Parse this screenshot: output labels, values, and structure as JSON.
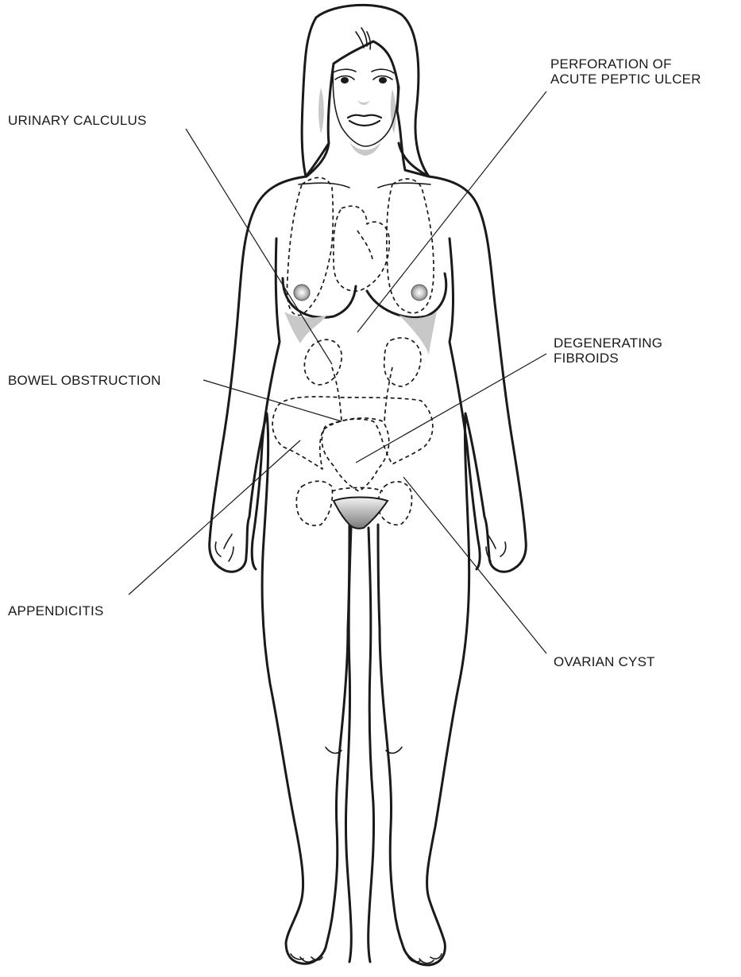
{
  "labels": {
    "peptic_ulcer": [
      "PERFORATION OF",
      "ACUTE PEPTIC ULCER"
    ],
    "urinary_calculus": "URINARY CALCULUS",
    "fibroids": [
      "DEGENERATING",
      "FIBROIDS"
    ],
    "bowel_obstruction": "BOWEL OBSTRUCTION",
    "appendicitis": "APPENDICITIS",
    "ovarian_cyst": "OVARIAN CYST"
  }
}
